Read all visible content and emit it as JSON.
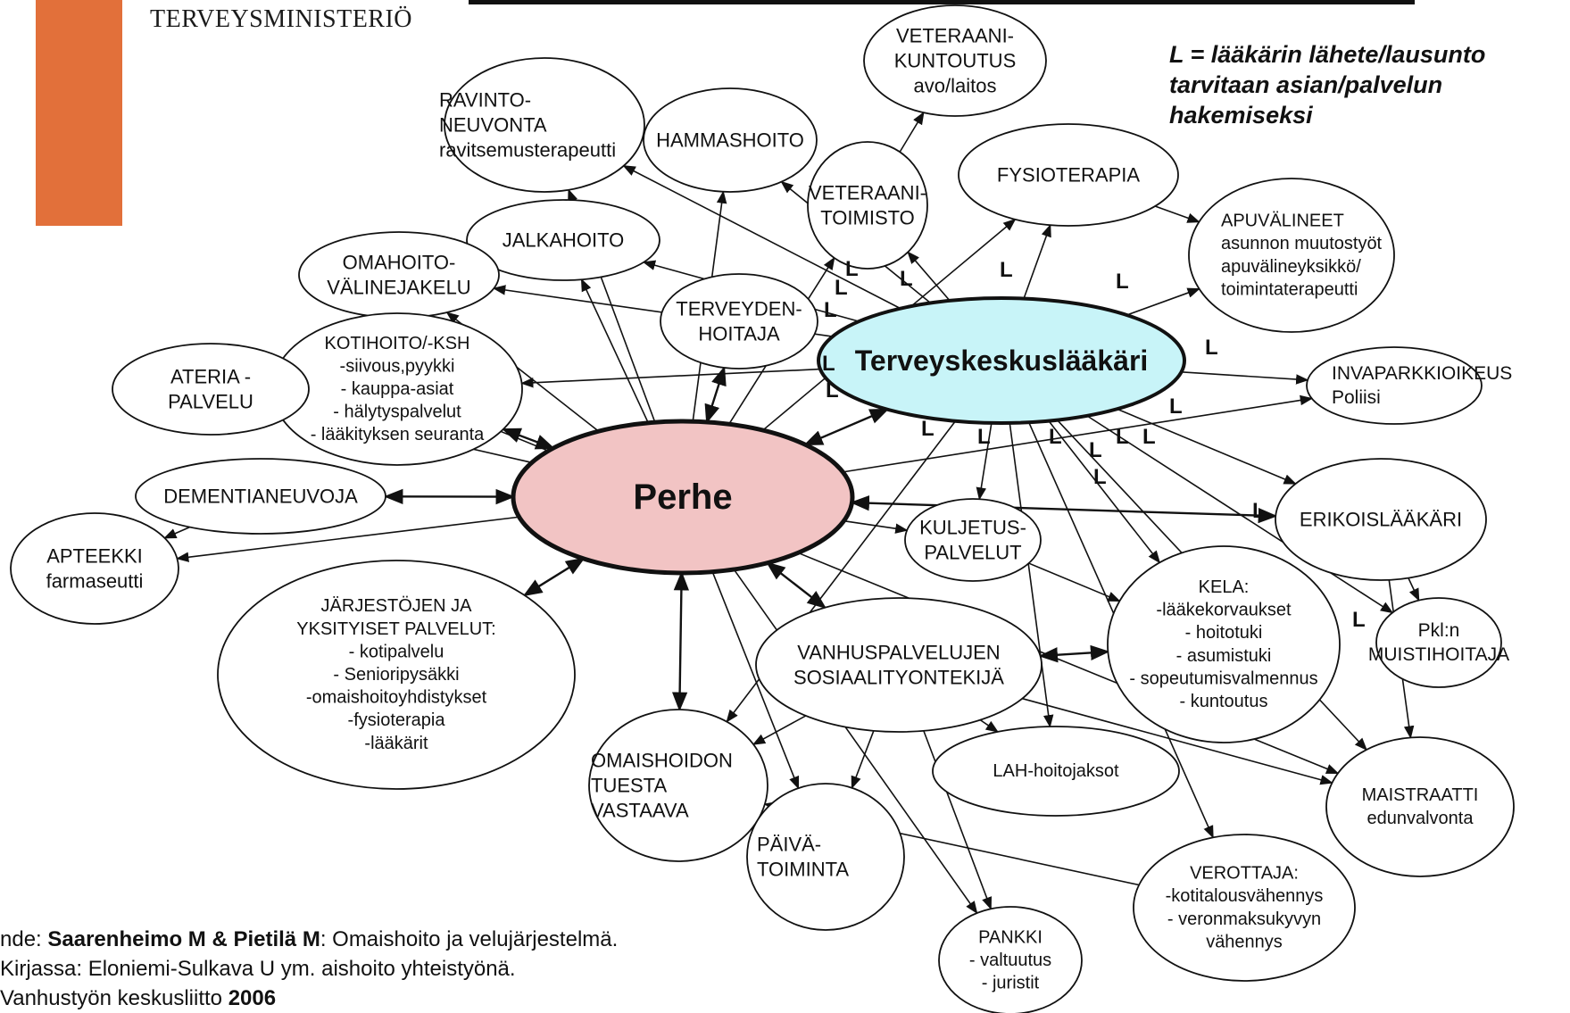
{
  "header": {
    "ministry_name": "TERVEYSMINISTERIÖ"
  },
  "legend": "L = lääkärin lähete/lausunto tarvitaan asian/palvelun hakemiseksi",
  "source": {
    "prefix": "nde: ",
    "authors": "Saarenheimo M & Pietilä M",
    "middle": ": Omaishoito ja velujärjestelmä. Kirjassa: Eloniemi-Sulkava U ym. aishoito yhteistyönä. Vanhustyön keskusliitto ",
    "year": "2006"
  },
  "colors": {
    "logo": "#e2703a",
    "perhe_fill": "#f2c4c4",
    "doctor_fill": "#c8f4f8",
    "doctor_text": "#3a4f6a",
    "perhe_text": "#5b5b5b"
  },
  "nodes": {
    "perhe": {
      "lines": [
        "Perhe"
      ]
    },
    "laakari": {
      "lines": [
        "Terveyskeskuslääkäri"
      ]
    },
    "ravinto": {
      "lines": [
        "RAVINTO-",
        "NEUVONTA",
        "ravitsemusterapeutti"
      ]
    },
    "hammas": {
      "lines": [
        "HAMMASHOITO"
      ]
    },
    "veteraanikuntoutus": {
      "lines": [
        "VETERAANI-",
        "KUNTOUTUS",
        "avo/laitos"
      ]
    },
    "veteraanitoimisto": {
      "lines": [
        "VETERAANI-",
        "TOIMISTO"
      ]
    },
    "fysio": {
      "lines": [
        "FYSIOTERAPIA"
      ]
    },
    "apuvalineet": {
      "lines": [
        "APUVÄLINEET",
        "asunnon muutostyöt",
        "apuvälineyksikkö/",
        "toimintaterapeutti"
      ]
    },
    "jalka": {
      "lines": [
        "JALKAHOITO"
      ]
    },
    "omahoito": {
      "lines": [
        "OMAHOITO-",
        "VÄLINEJAKELU"
      ]
    },
    "terveydenhoitaja": {
      "lines": [
        "TERVEYDEN-",
        "HOITAJA"
      ]
    },
    "kotihoito": {
      "lines": [
        "KOTIHOITO/-KSH",
        "-siivous,pyykki",
        "- kauppa-asiat",
        "- hälytyspalvelut",
        "- lääkityksen seuranta"
      ]
    },
    "ateria": {
      "lines": [
        "ATERIA -",
        "PALVELU"
      ]
    },
    "invaparkki": {
      "lines": [
        "INVAPARKKIOIKEUS",
        "Poliisi"
      ]
    },
    "dementia": {
      "lines": [
        "DEMENTIANEUVOJA"
      ]
    },
    "erikoislaakari": {
      "lines": [
        "ERIKOISLÄÄKÄRI"
      ]
    },
    "apteekki": {
      "lines": [
        "APTEEKKI",
        "farmaseutti"
      ]
    },
    "kuljetus": {
      "lines": [
        "KULJETUS-",
        "PALVELUT"
      ]
    },
    "jarjestot": {
      "lines": [
        "JÄRJESTÖJEN JA",
        "YKSITYISET PALVELUT:",
        "- kotipalvelu",
        "- Senioripysäkki",
        "-omaishoitoyhdistykset",
        "-fysioterapia",
        "-lääkärit"
      ]
    },
    "kela": {
      "lines": [
        "KELA:",
        "-lääkekorvaukset",
        "- hoitotuki",
        "- asumistuki",
        "- sopeutumisvalmennus",
        "- kuntoutus"
      ]
    },
    "pkl": {
      "lines": [
        "Pkl:n",
        "MUISTIHOITAJA"
      ]
    },
    "vanhuspalvelut": {
      "lines": [
        "VANHUSPALVELUJEN",
        "SOSIAALITYONTEKIJÄ"
      ]
    },
    "omaishoidon": {
      "lines": [
        "OMAISHOIDON",
        "TUESTA",
        "VASTAAVA"
      ]
    },
    "lah": {
      "lines": [
        "LAH-hoitojaksot"
      ]
    },
    "maistraatti": {
      "lines": [
        "MAISTRAATTI",
        "edunvalvonta"
      ]
    },
    "paivatoiminta": {
      "lines": [
        "PÄIVÄ-",
        "TOIMINTA"
      ]
    },
    "verottaja": {
      "lines": [
        "VEROTTAJA:",
        "-kotitalousvähennys",
        "- veronmaksukyvyn",
        "vähennys"
      ]
    },
    "pankki": {
      "lines": [
        "PANKKI",
        "- valtuutus",
        "- juristit"
      ]
    }
  },
  "l_marker": "L"
}
